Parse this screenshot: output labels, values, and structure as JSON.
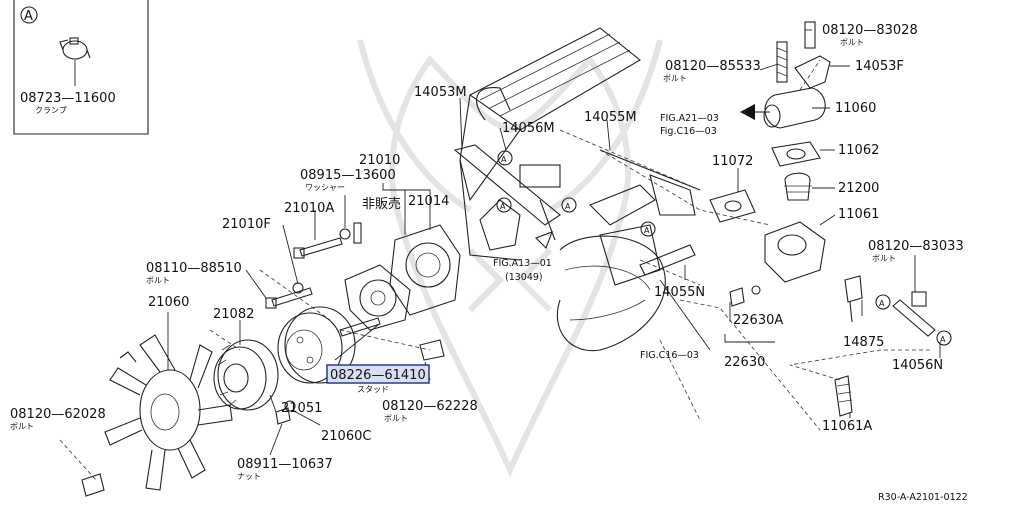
{
  "inset": {
    "marker": "A",
    "part_no": "08723—11600",
    "sub": "クランプ"
  },
  "labels": [
    {
      "id": "p08120-83028",
      "text": "08120—83028",
      "sub": "ボルト"
    },
    {
      "id": "p08120-85533",
      "text": "08120—85533",
      "sub": "ボルト"
    },
    {
      "id": "p14053F",
      "text": "14053F"
    },
    {
      "id": "p11060",
      "text": "11060"
    },
    {
      "id": "p14053M",
      "text": "14053M"
    },
    {
      "id": "p14056M",
      "text": "14056M"
    },
    {
      "id": "p14055M",
      "text": "14055M"
    },
    {
      "id": "pFIGA21",
      "text": "FIG.A21—03"
    },
    {
      "id": "pFigC16",
      "text": "Fig.C16—03"
    },
    {
      "id": "p11062",
      "text": "11062"
    },
    {
      "id": "p11072",
      "text": "11072"
    },
    {
      "id": "p21200",
      "text": "21200"
    },
    {
      "id": "p11061",
      "text": "11061"
    },
    {
      "id": "p21010",
      "text": "21010"
    },
    {
      "id": "p08915-13600",
      "text": "08915—13600",
      "sub": "ワッシャー"
    },
    {
      "id": "p21010A",
      "text": "21010A"
    },
    {
      "id": "pHihanbai",
      "text": "非販売"
    },
    {
      "id": "p21014",
      "text": "21014"
    },
    {
      "id": "p21010F",
      "text": "21010F"
    },
    {
      "id": "pFIGA13",
      "text": "FIG.A13—01"
    },
    {
      "id": "p13049",
      "text": "(13049)"
    },
    {
      "id": "p08120-83033",
      "text": "08120—83033",
      "sub": "ボルト"
    },
    {
      "id": "p08110-88510",
      "text": "08110—88510",
      "sub": "ボルト"
    },
    {
      "id": "p21060",
      "text": "21060"
    },
    {
      "id": "p14055N",
      "text": "14055N"
    },
    {
      "id": "p22630A",
      "text": "22630A"
    },
    {
      "id": "p21082",
      "text": "21082"
    },
    {
      "id": "p14875",
      "text": "14875"
    },
    {
      "id": "p22630",
      "text": "22630"
    },
    {
      "id": "pFIGC16b",
      "text": "FIG.C16—03"
    },
    {
      "id": "p14056N",
      "text": "14056N"
    },
    {
      "id": "p08226-61410",
      "text": "08226—61410",
      "sub": "スタッド"
    },
    {
      "id": "p08120-62228",
      "text": "08120—62228",
      "sub": "ボルト"
    },
    {
      "id": "p21051",
      "text": "21051"
    },
    {
      "id": "p08120-62028",
      "text": "08120—62028",
      "sub": "ボルト"
    },
    {
      "id": "p21060C",
      "text": "21060C"
    },
    {
      "id": "p11061A",
      "text": "11061A"
    },
    {
      "id": "p08911-10637",
      "text": "08911—10637",
      "sub": "ナット"
    }
  ],
  "circle_markers": "A",
  "highlight": {
    "part": "08226—61410",
    "color": "#2a3b8f",
    "fill": "#d9def2"
  },
  "reference": "R30-A-A2101-0122"
}
